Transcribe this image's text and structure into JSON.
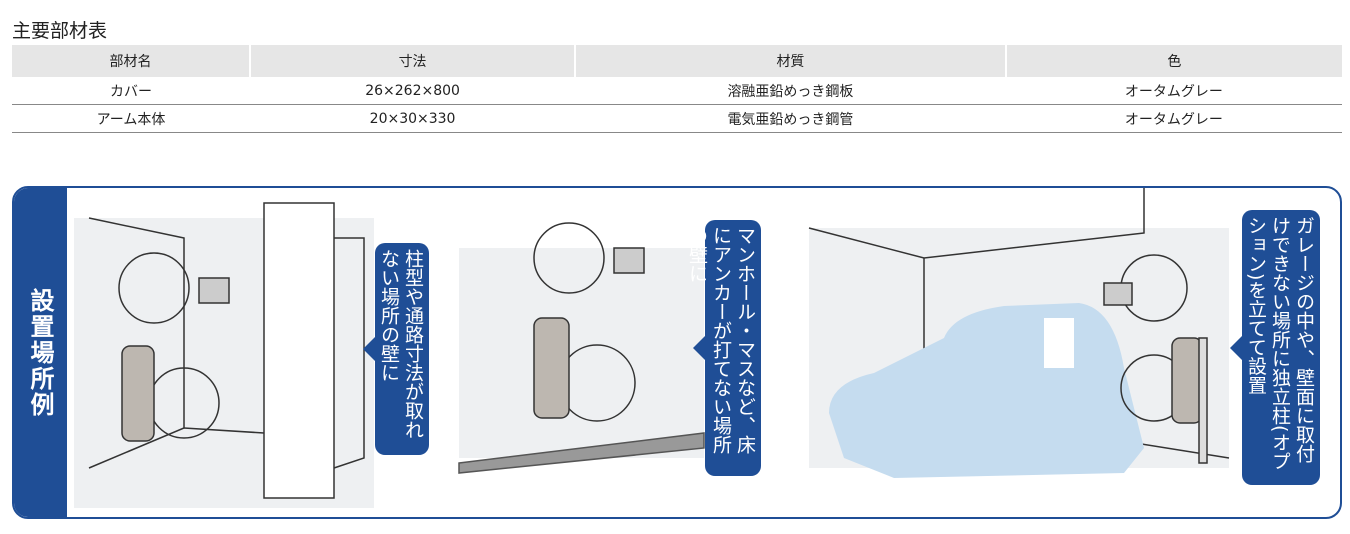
{
  "title": "主要部材表",
  "table": {
    "headers": [
      "部材名",
      "寸法",
      "材質",
      "色"
    ],
    "rows": [
      [
        "カバー",
        "26×262×800",
        "溶融亜鉛めっき鋼板",
        "オータムグレー"
      ],
      [
        "アーム本体",
        "20×30×330",
        "電気亜鉛めっき鋼管",
        "オータムグレー"
      ]
    ]
  },
  "section": {
    "label": "設置場所例",
    "callouts": [
      "柱型や通路寸法が取れない場所の壁に",
      "マンホール・マスなど、床にアンカーが打てない場所の壁に",
      "ガレージの中や、壁面に取付けできない場所に独立柱(オプション)を立てて設置"
    ]
  },
  "colors": {
    "accent": "#1f4e96",
    "car": "#c5dcef",
    "header_bg": "#e6e6e6"
  }
}
